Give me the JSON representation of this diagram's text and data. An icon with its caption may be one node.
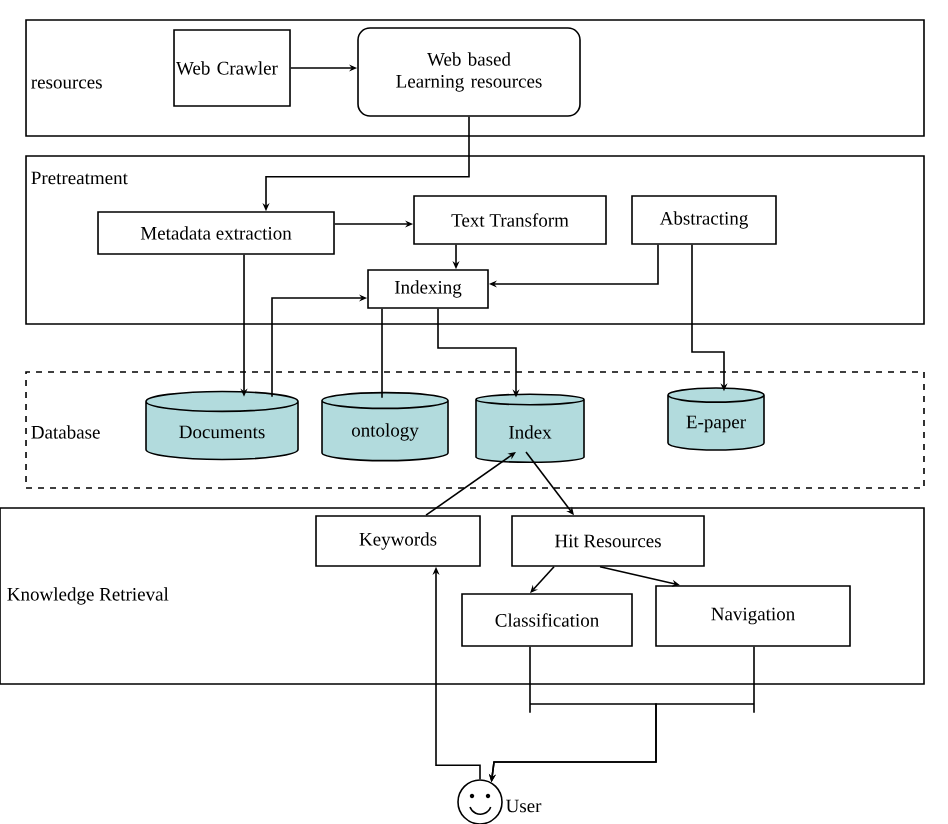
{
  "diagram": {
    "nodes": [
      {
        "text": [
          "resources"
        ]
      },
      {
        "text": [
          "Web Crawler"
        ],
        "in": 0
      },
      {
        "text": [
          "Web based Learning resources"
        ],
        "in": 0
      },
      {
        "text": [
          "Pretreatment"
        ]
      },
      {
        "text": [
          "Metadata extraction"
        ],
        "in": 3
      },
      {
        "text": [
          "Text Transform"
        ],
        "in": 3
      },
      {
        "text": [
          "Abstracting"
        ],
        "in": 3
      },
      {
        "text": [
          "Indexing"
        ],
        "in": 3
      },
      {
        "text": [
          "Database"
        ]
      },
      {
        "text": [
          "Documents"
        ],
        "in": 8
      },
      {
        "text": [
          "ontology"
        ],
        "in": 8
      },
      {
        "text": [
          "Index"
        ],
        "in": 8
      },
      {
        "text": [
          "E-paper"
        ],
        "in": 8
      },
      {
        "text": [
          "Knowledge Retrieval"
        ]
      },
      {
        "text": [
          "Keywords"
        ],
        "in": 13
      },
      {
        "text": [
          "Hit Resources"
        ],
        "in": 13
      },
      {
        "text": [
          "Classification"
        ],
        "in": 13
      },
      {
        "text": [
          "Navigation"
        ],
        "in": 13
      },
      {
        "text": [],
        "shape": "circle",
        "beside": [
          "User"
        ]
      }
    ],
    "edges": [
      {
        "from": 1,
        "to": 2,
        "arrow": "to"
      },
      {
        "from": 2,
        "to": 4,
        "arrow": "to"
      },
      {
        "from": 4,
        "to": 5,
        "arrow": "to"
      },
      {
        "from": 5,
        "to": 7,
        "arrow": "to"
      },
      {
        "from": 6,
        "to": 7,
        "arrow": "to"
      },
      {
        "from": 4,
        "to": 9,
        "arrow": "to"
      },
      {
        "from": 9,
        "to": 7,
        "arrow": "to"
      },
      {
        "from": 7,
        "to": 10,
        "arrow": "none"
      },
      {
        "from": 7,
        "to": 11,
        "arrow": "to"
      },
      {
        "from": 6,
        "to": 12,
        "arrow": "to"
      },
      {
        "from": 14,
        "to": 11,
        "arrow": "to"
      },
      {
        "from": 11,
        "to": 15,
        "arrow": "to"
      },
      {
        "from": 15,
        "to": 16,
        "arrow": "to"
      },
      {
        "from": 15,
        "to": 17,
        "arrow": "to"
      },
      {
        "from": 16,
        "to": 18,
        "arrow": "to"
      },
      {
        "from": 17,
        "to": 18,
        "arrow": "to"
      },
      {
        "from": 18,
        "to": 14,
        "arrow": "to"
      }
    ]
  }
}
